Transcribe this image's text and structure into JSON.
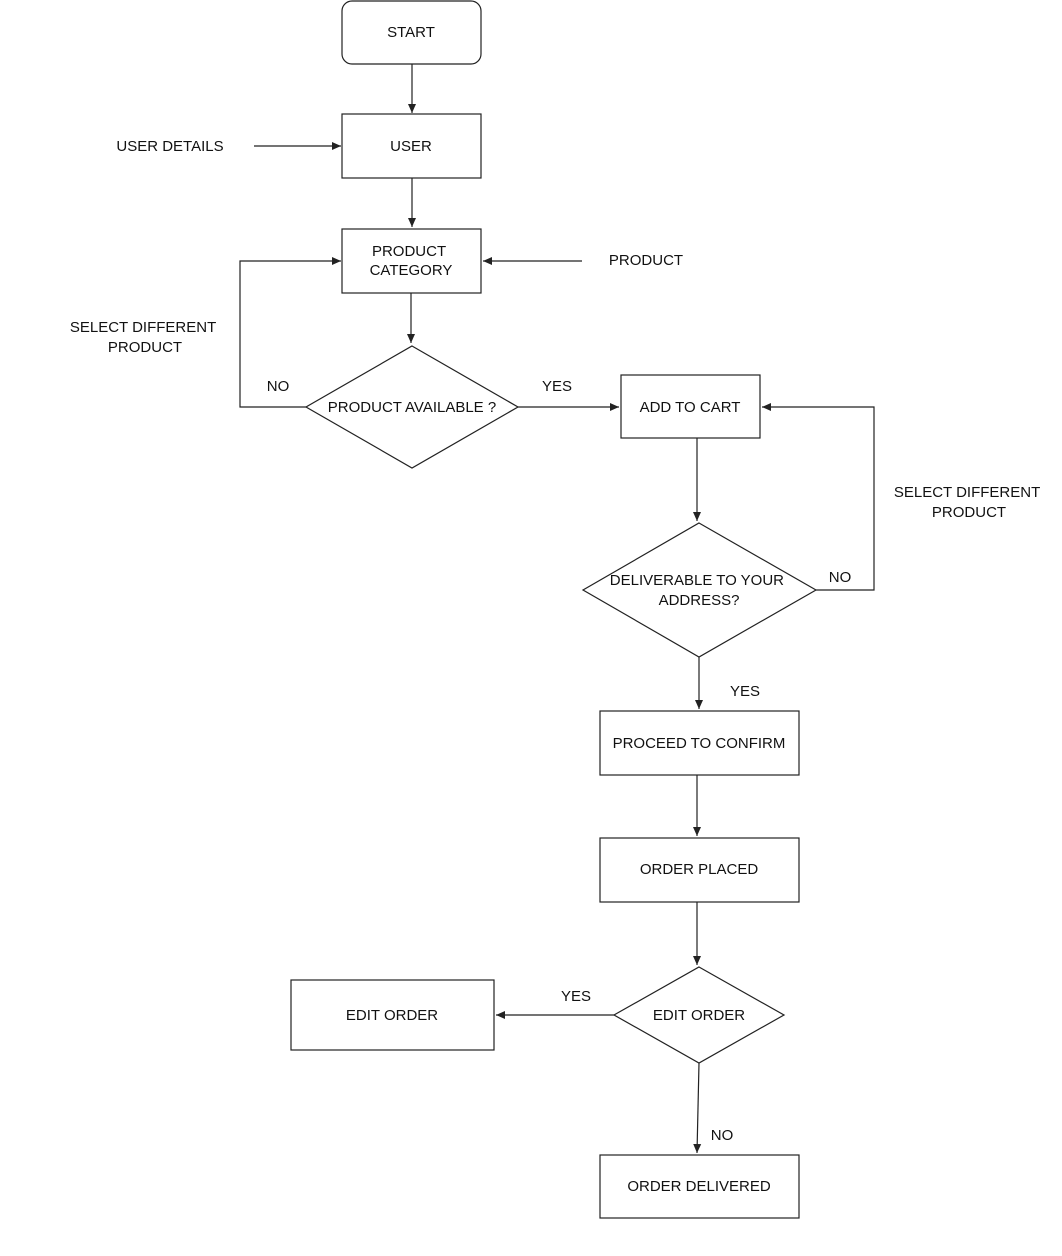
{
  "nodes": {
    "start": {
      "lines": [
        "START"
      ]
    },
    "user": {
      "lines": [
        "USER"
      ]
    },
    "product_category": {
      "lines": [
        "PRODUCT",
        "CATEGORY"
      ]
    },
    "product_available": {
      "lines": [
        "PRODUCT AVAILABLE ?"
      ]
    },
    "add_to_cart": {
      "lines": [
        "ADD TO CART"
      ]
    },
    "deliverable": {
      "lines": [
        "DELIVERABLE TO YOUR",
        "ADDRESS?"
      ]
    },
    "proceed_to_confirm": {
      "lines": [
        "PROCEED TO CONFIRM"
      ]
    },
    "order_placed": {
      "lines": [
        "ORDER PLACED"
      ]
    },
    "edit_order_decision": {
      "lines": [
        "EDIT ORDER"
      ]
    },
    "edit_order": {
      "lines": [
        "EDIT ORDER"
      ]
    },
    "order_delivered": {
      "lines": [
        "ORDER DELIVERED"
      ]
    }
  },
  "labels": {
    "user_details": {
      "lines": [
        "USER DETAILS"
      ]
    },
    "product": {
      "lines": [
        "PRODUCT"
      ]
    },
    "select_different_product_left": {
      "lines": [
        "SELECT DIFFERENT",
        "PRODUCT"
      ]
    },
    "select_different_product_right": {
      "lines": [
        "SELECT DIFFERENT",
        "PRODUCT"
      ]
    },
    "no_available": {
      "lines": [
        "NO"
      ]
    },
    "yes_available": {
      "lines": [
        "YES"
      ]
    },
    "no_deliverable": {
      "lines": [
        "NO"
      ]
    },
    "yes_deliverable": {
      "lines": [
        "YES"
      ]
    },
    "yes_edit": {
      "lines": [
        "YES"
      ]
    },
    "no_edit": {
      "lines": [
        "NO"
      ]
    }
  }
}
